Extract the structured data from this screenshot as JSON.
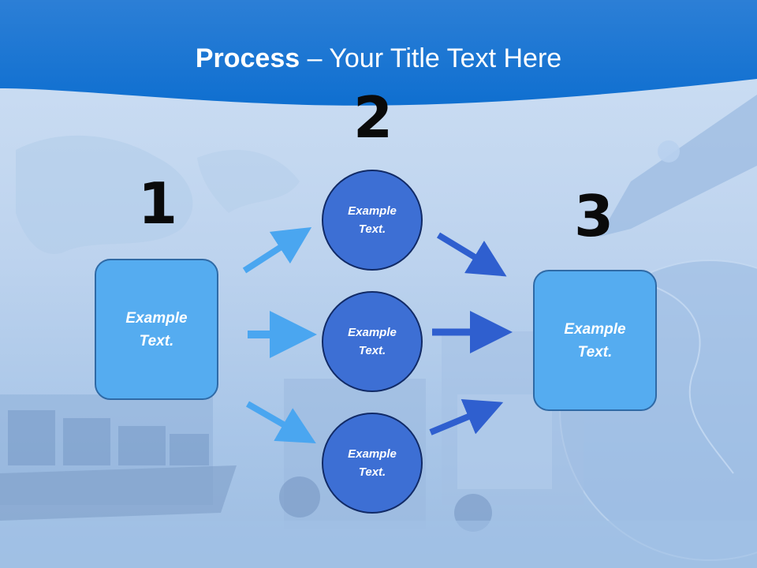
{
  "title": {
    "bold": "Process",
    "rest": " – Your Title Text Here"
  },
  "numbers": {
    "n1": "1",
    "n2": "2",
    "n3": "3"
  },
  "nodes": {
    "left_box": "Example\nText.",
    "circle_top": "Example\nText.",
    "circle_middle": "Example\nText.",
    "circle_bottom": "Example\nText.",
    "right_box": "Example\nText."
  },
  "colors": {
    "header": "#1b7fd8",
    "box_fill": "#55acf0",
    "circle_fill": "#3d6fd4",
    "arrow_light": "#4aa6f0",
    "arrow_dark": "#2f5fcf"
  }
}
